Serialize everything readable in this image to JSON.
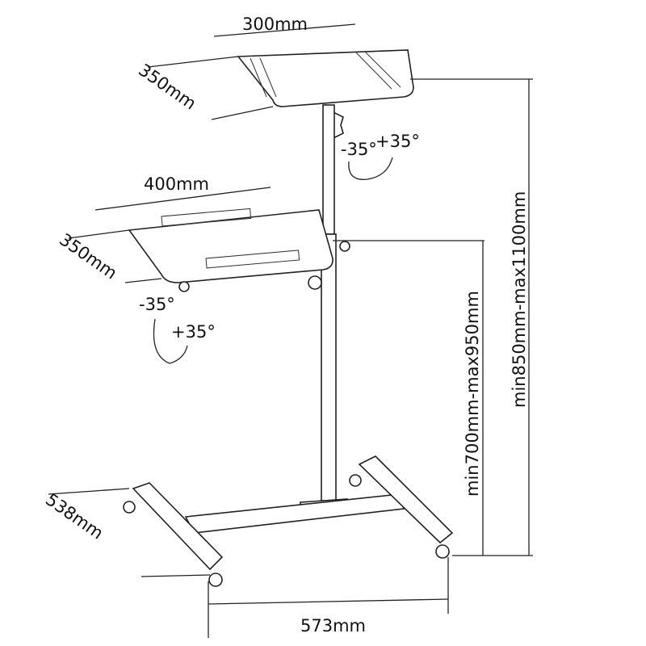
{
  "top_tray": {
    "width_label": "300mm",
    "depth_label": "350mm",
    "tilt_minus": "-35°",
    "tilt_plus": "+35°"
  },
  "lower_tray": {
    "width_label": "400mm",
    "depth_label": "350mm",
    "tilt_minus": "-35°",
    "tilt_plus": "+35°"
  },
  "heights": {
    "lower_tray_range": "min700mm-max950mm",
    "top_tray_range": "min850mm-max1100mm"
  },
  "base": {
    "depth_label": "538mm",
    "width_label": "573mm"
  }
}
